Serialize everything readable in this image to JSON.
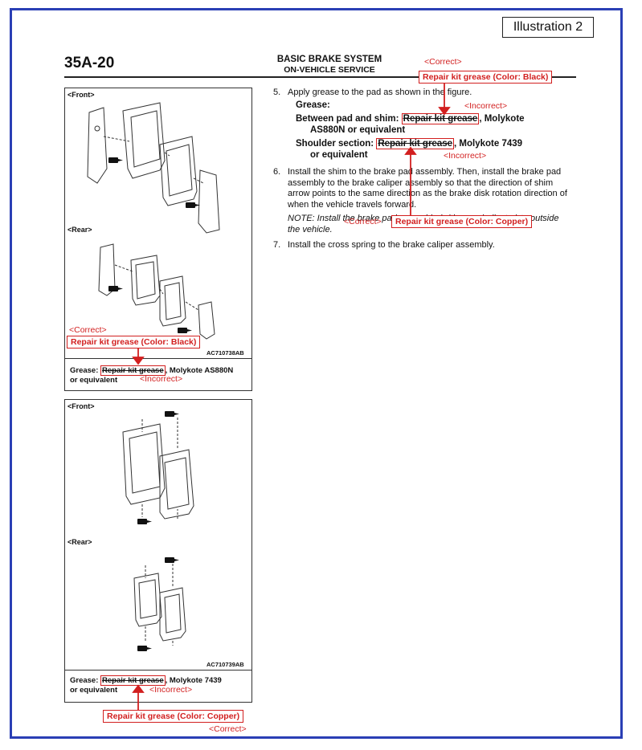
{
  "illustration_label": "Illustration 2",
  "page_number": "35A-20",
  "section": {
    "title": "BASIC BRAKE SYSTEM",
    "subtitle": "ON-VEHICLE SERVICE"
  },
  "annotations": {
    "correct": "<Correct>",
    "incorrect": "<Incorrect>",
    "black_grease": "Repair kit grease (Color: Black)",
    "copper_grease": "Repair kit grease (Color: Copper)"
  },
  "figure1": {
    "front_label": "<Front>",
    "rear_label": "<Rear>",
    "code": "AC710738AB",
    "caption_grease": "Grease:",
    "caption_struck": "Repair kit grease",
    "caption_rest": ", Molykote AS880N",
    "caption_line2": "or equivalent"
  },
  "figure2": {
    "front_label": "<Front>",
    "rear_label": "<Rear>",
    "code": "AC710739AB",
    "caption_grease": "Grease:",
    "caption_struck": "Repair kit grease",
    "caption_rest": ", Molykote 7439",
    "caption_line2": "or equivalent"
  },
  "steps": [
    {
      "num": "5.",
      "text": "Apply grease to the pad as shown in the figure."
    },
    {
      "num": "6.",
      "text": "Install the shim to the brake pad assembly. Then, install the brake pad assembly to the brake caliper assembly so that the direction of shim arrow points to the same direction as the brake disk rotation direction of when the vehicle travels forward."
    },
    {
      "num": "7.",
      "text": "Install the cross spring to the brake caliper assembly."
    }
  ],
  "grease": {
    "heading": "Grease:",
    "item1_label": "Between pad and shim:",
    "item1_struck": "Repair kit grease",
    "item1_rest": ", Molykote",
    "item1_line2": "AS880N or equivalent",
    "item2_label": "Shoulder section:",
    "item2_struck": "Repair kit grease",
    "item2_rest": ", Molykote 7439",
    "item2_line2": "or equivalent"
  },
  "note": "NOTE: Install the brake pad assembly (with wear indicator) to outside the vehicle."
}
